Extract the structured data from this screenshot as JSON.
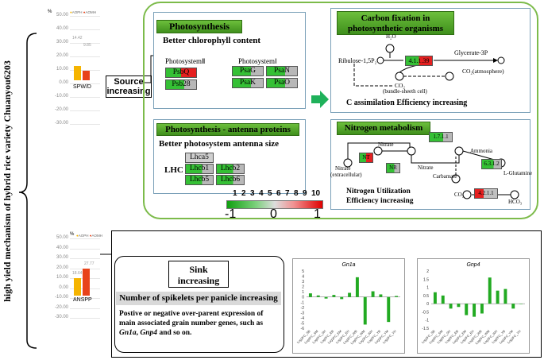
{
  "main_title": "high yield  mechanism of hybrid rice variety Chuanyou6203",
  "legend_labels": [
    "AOPH",
    "AOMH"
  ],
  "colors": {
    "aoph": "#f5b400",
    "aomh": "#e8431a",
    "up": "#e52020",
    "down": "#35c035",
    "frame": "#6ab04c",
    "bar_green": "#22aa22"
  },
  "source_chart": {
    "unit": "%",
    "value_labels": [
      "14.42",
      "9.85"
    ],
    "category": "SPW/D",
    "ticks": [
      "50.00",
      "40.00",
      "30.00",
      "20.00",
      "10.00",
      "0.00",
      "-10.00",
      "-20.00",
      "-30.00"
    ]
  },
  "sink_chart": {
    "unit": "%",
    "value_labels": [
      "18.64",
      "27.77"
    ],
    "category": "ANSPP",
    "ticks": [
      "50.00",
      "40.00",
      "30.00",
      "20.00",
      "10.00",
      "0.00",
      "-10.00",
      "-20.00",
      "-30.00"
    ]
  },
  "source_label": "Source increasing",
  "photosynthesis": {
    "title": "Photosynthesis",
    "subtitle": "Better chlorophyll content",
    "ps2_label": "PhotosystemⅡ",
    "ps1_label": "PhotosystemⅠ",
    "ps2_genes": [
      "PsbQ",
      "Psb28"
    ],
    "ps1_genes": [
      "PsaG",
      "PsaN",
      "PsaK",
      "PsaO"
    ]
  },
  "antenna": {
    "title": "Photosynthesis - antenna proteins",
    "subtitle": "Better photosystem antenna size",
    "lhc_label": "LHC",
    "genes": [
      "Lhca5",
      "Lhcb1",
      "Lhcb2",
      "Lhcb5",
      "Lhcb6"
    ]
  },
  "scale": {
    "numbers": [
      "1",
      "2",
      "3",
      "4",
      "5",
      "6",
      "7",
      "8",
      "9",
      "10"
    ],
    "low": "-1",
    "mid": "0",
    "high": "1"
  },
  "carbon": {
    "title": "Carbon fixation in photosynthetic organisms",
    "h2o": "H₂O",
    "ribulose": "Ribulose-1,5P₂",
    "enzyme": "4.1.1.39",
    "glycerate": "Glycerate-3P",
    "co2_atm": "CO₂(atmosphere)",
    "co2_bundle": "CO₂",
    "bundle_note": "(bundle-sheeth cell)",
    "efficiency": "C assimilation Efficiency increasing"
  },
  "nitrogen": {
    "title": "Nitrogen metabolism",
    "nitrate_extra": "Nitrate",
    "nitrate_extra2": "(extracellular)",
    "nitrate_mid": "Nitrate",
    "nitrate_right": "Nitrate",
    "ammonia": "Ammonia",
    "glutamine": "L-Glutamine",
    "carbamate": "Carbamate",
    "co2": "CO₂",
    "hco3": "HCO₃",
    "genes": [
      "NT",
      "NR",
      "1.7.1.1",
      "6.3.1.2",
      "4.2.1.1"
    ],
    "efficiency_line1": "Nitrogen Utilization",
    "efficiency_line2": "Efficiency increasing"
  },
  "sink": {
    "title_line1": "Sink",
    "title_line2": "increasing",
    "subtitle": "Number of spikelets per panicle increasing",
    "desc_line1": "Postive or negative over-parent expression of",
    "desc_line2": "main associated grain number genes, such as",
    "desc_gene1": "Gn1a",
    "desc_mid": ", ",
    "desc_gene2": "Gnp4",
    "desc_end": " and so on."
  },
  "chart_data": [
    {
      "type": "bar",
      "title": "Gn1a",
      "categories": [
        "Log2FC_SB",
        "Log2FC_SM",
        "Log2FC_SH",
        "Log2FC_EB",
        "Log2FC_EM",
        "Log2FC_EH",
        "Log2FC_WB",
        "Log2FC_WM",
        "Log2FC_WH",
        "Log2FC_YB",
        "Log2FC_YM",
        "Log2FC_YH"
      ],
      "values": [
        0.7,
        0.3,
        -0.3,
        0.4,
        -0.4,
        0.8,
        3.8,
        -5.3,
        1.1,
        0.5,
        -4.8,
        0.2
      ],
      "ylim": [
        -6,
        5
      ],
      "yticks": [
        "5",
        "4",
        "3",
        "2",
        "1",
        "0",
        "-1",
        "-2",
        "-3",
        "-4",
        "-5",
        "-6"
      ]
    },
    {
      "type": "bar",
      "title": "Gnp4",
      "categories": [
        "Log2FC_SB",
        "Log2FC_SM",
        "Log2FC_SH",
        "Log2FC_EB",
        "Log2FC_EM",
        "Log2FC_EH",
        "Log2FC_WB",
        "Log2FC_WM",
        "Log2FC_WH",
        "Log2FC_YB",
        "Log2FC_YM",
        "Log2FC_YH"
      ],
      "values": [
        0.7,
        0.5,
        -0.3,
        -0.2,
        -0.7,
        -0.8,
        -0.6,
        1.6,
        0.8,
        0.9,
        -0.3,
        0.0
      ],
      "ylim": [
        -1.5,
        2
      ],
      "yticks": [
        "2",
        "1.5",
        "1",
        "0.5",
        "0",
        "-0.5",
        "-1",
        "-1.5"
      ]
    }
  ]
}
